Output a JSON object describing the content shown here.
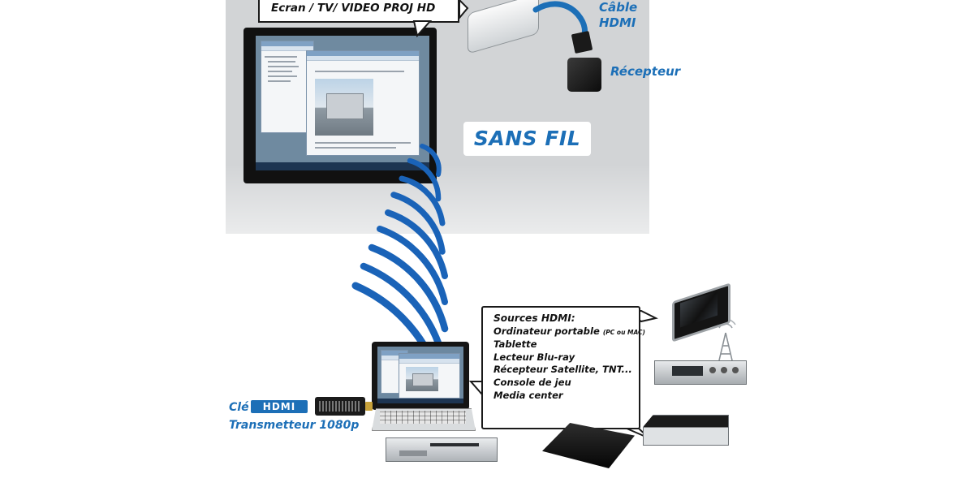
{
  "labels": {
    "screen": "Ecran / TV/ VIDEO PROJ HD",
    "cable_line1": "Câble",
    "cable_line2": "HDMI",
    "receiver": "Récepteur",
    "wireless": "SANS FIL",
    "key_prefix": "Clé",
    "hdmi_logo": "HDMI",
    "transmitter": "Transmetteur 1080p"
  },
  "sources": {
    "title": "Sources HDMI:",
    "items": [
      {
        "main": "Ordinateur portable",
        "small": "(PC ou MAC)"
      },
      {
        "main": "Tablette",
        "small": ""
      },
      {
        "main": "Lecteur Blu-ray",
        "small": ""
      },
      {
        "main": "Récepteur Satellite, TNT...",
        "small": ""
      },
      {
        "main": "Console de jeu",
        "small": ""
      },
      {
        "main": "Media center",
        "small": ""
      }
    ]
  },
  "colors": {
    "accent_blue": "#1c6fb7",
    "wave_blue": "#1a63b8",
    "wall_grey": "#d2d4d6",
    "outline_black": "#1a1a1a"
  },
  "icons": [
    "tv-screen-icon",
    "projector-icon",
    "hdmi-cable-icon",
    "receiver-icon",
    "laptop-icon",
    "hdmi-dongle-icon",
    "dvd-player-icon",
    "game-console-icon",
    "satellite-receiver-icon",
    "set-top-box-icon",
    "tablet-icon",
    "antenna-icon",
    "wireless-waves-icon"
  ]
}
